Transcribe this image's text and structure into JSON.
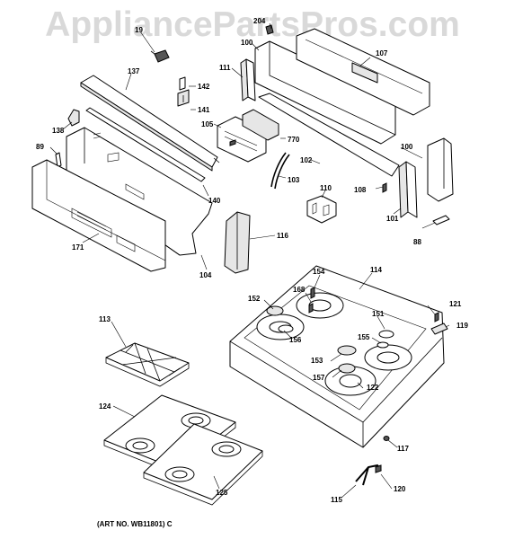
{
  "watermark": "AppliancePartsPros.com",
  "art_number": "(ART NO. WB11801) C",
  "callouts": {
    "c19": "19",
    "c204": "204",
    "c100a": "100",
    "c137": "137",
    "c107": "107",
    "c111": "111",
    "c142": "142",
    "c141": "141",
    "c138": "138",
    "c105": "105",
    "c770": "770",
    "c89": "89",
    "c102": "102",
    "c100": "100",
    "c103": "103",
    "c110": "110",
    "c108": "108",
    "c140": "140",
    "c101": "101",
    "c171": "171",
    "c116": "116",
    "c88": "88",
    "c104": "104",
    "c154": "154",
    "c114": "114",
    "c168": "168",
    "c152": "152",
    "c121": "121",
    "c113": "113",
    "c151": "151",
    "c119": "119",
    "c156": "156",
    "c155": "155",
    "c153": "153",
    "c157": "157",
    "c122": "122",
    "c124": "124",
    "c117": "117",
    "c125": "125",
    "c120": "120",
    "c115": "115"
  }
}
